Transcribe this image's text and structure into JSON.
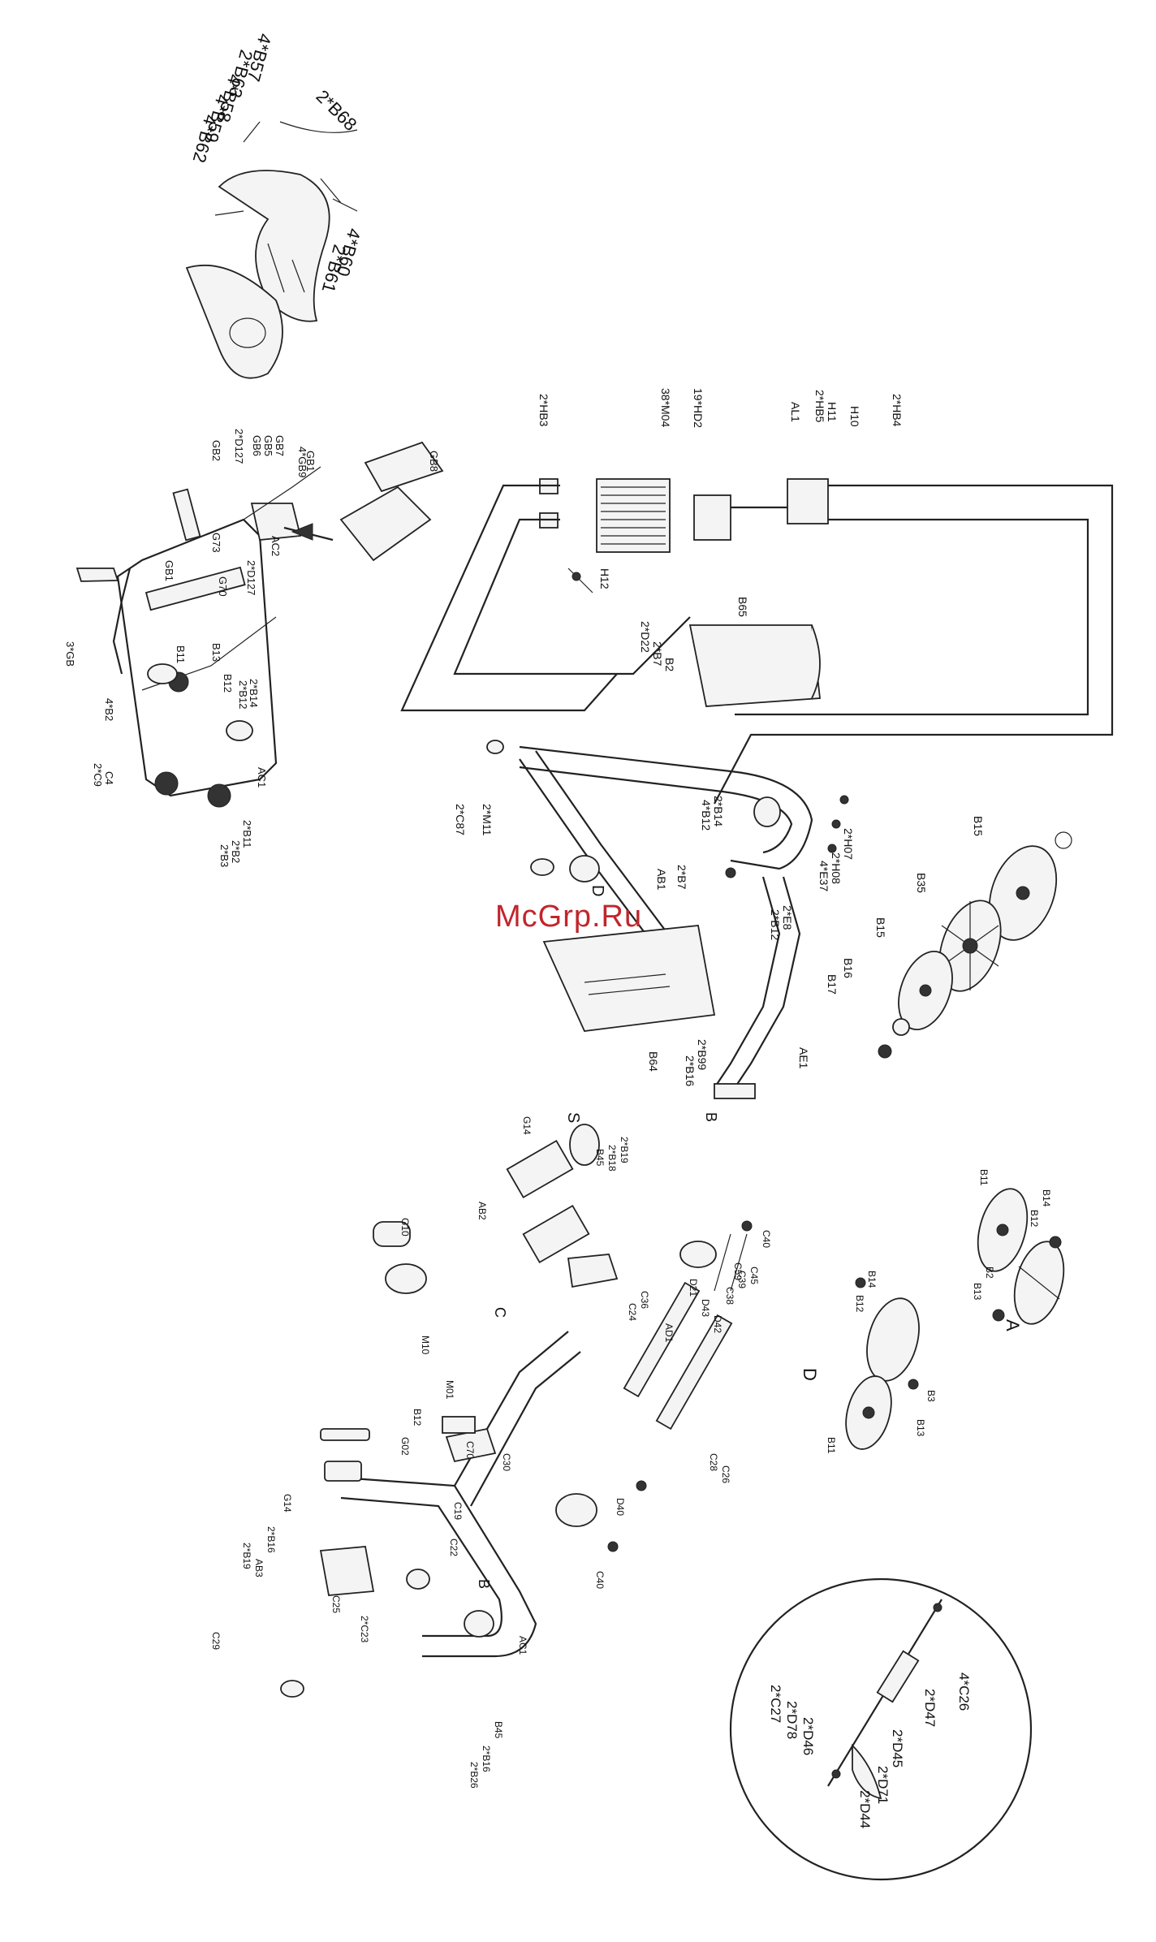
{
  "watermark": "McGrp.Ru",
  "callouts": {
    "seat_assembly": [
      "4*B57",
      "2*B63",
      "4*B58",
      "4*B59",
      "4*B62",
      "2*B68",
      "4*B60",
      "2*B61"
    ],
    "top_left_frame": [
      "GB2",
      "2*D127",
      "GB6",
      "GB5",
      "GB7",
      "GB1",
      "4*GB9",
      "GB8",
      "G73",
      "2*D127",
      "G70",
      "GB1",
      "AC1",
      "B13",
      "B12",
      "2*B14",
      "2*B12",
      "4*B2",
      "2*C9",
      "C4",
      "2*B11",
      "2*B2",
      "2*B3",
      "B11",
      "3*GB",
      "AC2"
    ],
    "weight_stack": [
      "2*HB3",
      "38*M04",
      "19*HD2",
      "AL1",
      "2*HB5",
      "H11",
      "H10",
      "2*HB4",
      "H12",
      "B65",
      "2*D22",
      "2*B7",
      "B2"
    ],
    "main_frame": [
      "2*C87",
      "2*M11",
      "2*B14",
      "4*B12",
      "2*H07",
      "2*H08",
      "4*E37",
      "2*B7",
      "AB1",
      "D",
      "B",
      "B64",
      "2*B99",
      "2*B16",
      "AE1",
      "B15",
      "B35",
      "B15",
      "B16",
      "B17",
      "2*E8",
      "2*B12"
    ],
    "pulley_a": [
      "B11",
      "B14",
      "B12",
      "B2",
      "B13",
      "A"
    ],
    "pulley_d": [
      "B14",
      "B12",
      "B11",
      "B3",
      "B13",
      "D"
    ],
    "lower_assembly": [
      "C40",
      "C45",
      "C39",
      "C38",
      "C36",
      "C24",
      "G14",
      "S",
      "2*B19",
      "2*B18",
      "B45",
      "AB2",
      "C",
      "G10",
      "M10",
      "M01",
      "B12",
      "G02",
      "C70",
      "C30",
      "C19",
      "C22",
      "G14",
      "2*B16",
      "AB3",
      "2*B19",
      "C29",
      "C25",
      "2*C23",
      "B",
      "AC1",
      "B45",
      "2*B16",
      "2*B26",
      "AD1",
      "D21",
      "D42",
      "D43",
      "D40",
      "C28",
      "C26",
      "C59",
      "C40"
    ],
    "detail_circle": [
      "4*C26",
      "2*D47",
      "2*D45",
      "2*D71",
      "2*D44",
      "2*D46",
      "2*D78",
      "2*C27"
    ]
  }
}
